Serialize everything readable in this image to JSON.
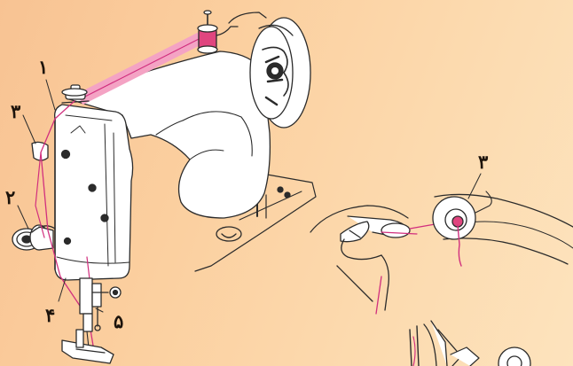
{
  "labels": {
    "one": "۱",
    "two": "۲",
    "three": "۳",
    "three_detail": "۳",
    "four": "۴",
    "five": "۵"
  },
  "colors": {
    "thread": "#d12f7e",
    "spool": "#e0457f",
    "outline": "#2b2b2b",
    "machine_fill": "#ffffff",
    "background": "#fbcf9f"
  },
  "icons": [
    "sewing-machine",
    "thread-spool",
    "balance-wheel",
    "hand-threading",
    "thread-guide",
    "presser-foot"
  ]
}
